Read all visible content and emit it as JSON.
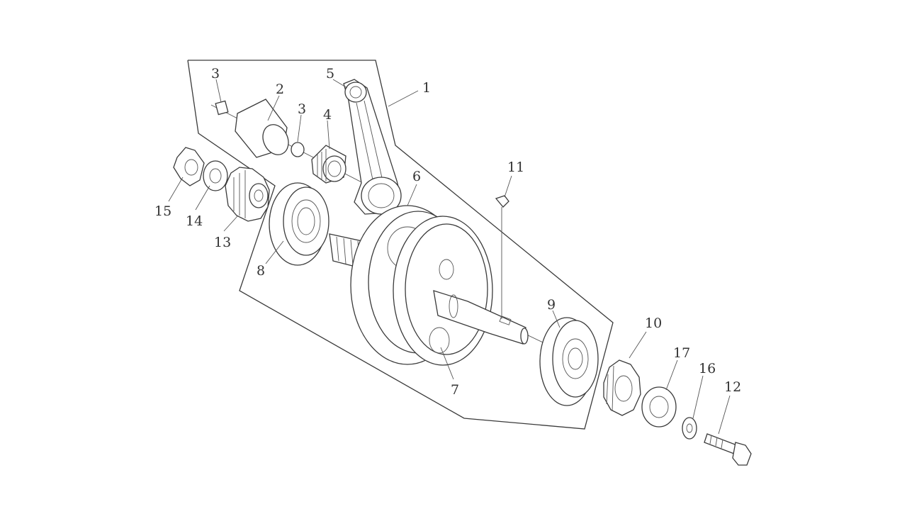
{
  "diagram": {
    "callouts": [
      {
        "id": "c1",
        "label": "1"
      },
      {
        "id": "c2",
        "label": "2"
      },
      {
        "id": "c3a",
        "label": "3"
      },
      {
        "id": "c3b",
        "label": "3"
      },
      {
        "id": "c4",
        "label": "4"
      },
      {
        "id": "c5",
        "label": "5"
      },
      {
        "id": "c6",
        "label": "6"
      },
      {
        "id": "c7",
        "label": "7"
      },
      {
        "id": "c8",
        "label": "8"
      },
      {
        "id": "c9",
        "label": "9"
      },
      {
        "id": "c10",
        "label": "10"
      },
      {
        "id": "c11",
        "label": "11"
      },
      {
        "id": "c12",
        "label": "12"
      },
      {
        "id": "c13",
        "label": "13"
      },
      {
        "id": "c14",
        "label": "14"
      },
      {
        "id": "c15",
        "label": "15"
      },
      {
        "id": "c16",
        "label": "16"
      },
      {
        "id": "c17",
        "label": "17"
      }
    ]
  }
}
